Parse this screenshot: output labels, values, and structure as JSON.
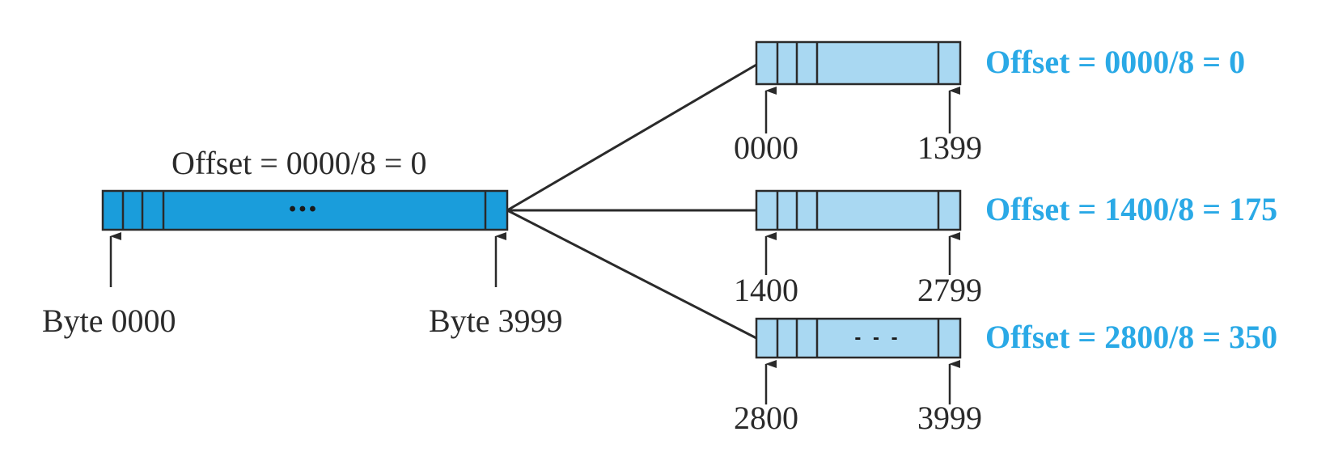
{
  "colors": {
    "original_fill": "#1a9ddb",
    "fragment_fill": "#a9d8f2",
    "offset_text": "#2aa9e6",
    "stroke": "#2a2a2a"
  },
  "original": {
    "offset_label": "Offset = 0000/8 = 0",
    "ellipsis": "•••",
    "start_label": "Byte 0000",
    "end_label": "Byte 3999"
  },
  "fragments": [
    {
      "offset_label": "Offset = 0000/8 = 0",
      "start": "0000",
      "end": "1399",
      "ellipsis": ""
    },
    {
      "offset_label": "Offset = 1400/8 = 175",
      "start": "1400",
      "end": "2799",
      "ellipsis": ""
    },
    {
      "offset_label": "Offset = 2800/8 = 350",
      "start": "2800",
      "end": "3999",
      "ellipsis": "- - -"
    }
  ]
}
